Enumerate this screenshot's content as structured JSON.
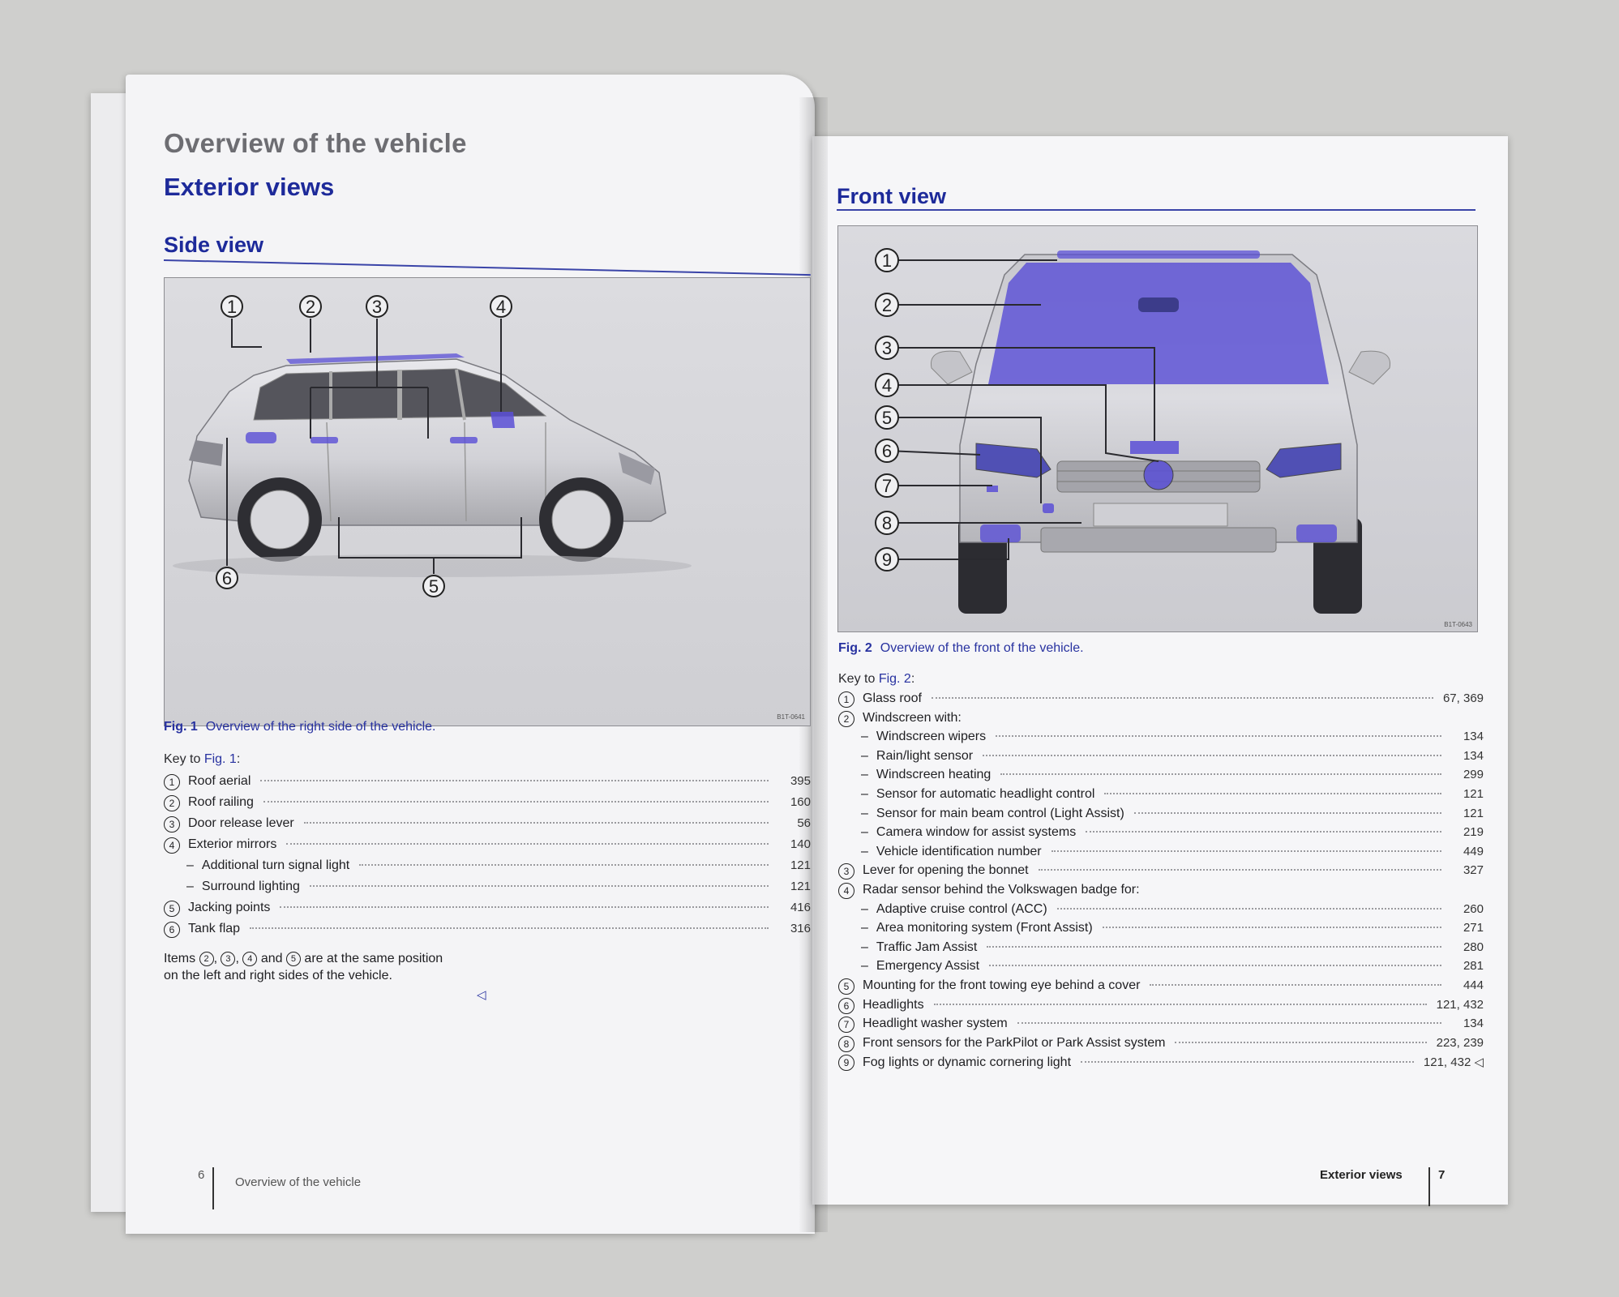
{
  "left_page": {
    "chapter_title": "Overview of the vehicle",
    "section_title": "Exterior views",
    "subsection_title": "Side view",
    "figure": {
      "label": "Fig. 1",
      "caption": "Overview of the right side of the vehicle.",
      "code": "B1T-0641",
      "callouts": [
        "1",
        "2",
        "3",
        "4",
        "5",
        "6"
      ]
    },
    "key_to_prefix": "Key to",
    "key_to_ref": "Fig. 1",
    "key_to_suffix": ":",
    "items": [
      {
        "num": "1",
        "label": "Roof aerial",
        "page": "395"
      },
      {
        "num": "2",
        "label": "Roof railing",
        "page": "160"
      },
      {
        "num": "3",
        "label": "Door release lever",
        "page": "56"
      },
      {
        "num": "4",
        "label": "Exterior mirrors",
        "page": "140"
      },
      {
        "num": "",
        "label": "Additional turn signal light",
        "page": "121"
      },
      {
        "num": "",
        "label": "Surround lighting",
        "page": "121"
      },
      {
        "num": "5",
        "label": "Jacking points",
        "page": "416"
      },
      {
        "num": "6",
        "label": "Tank flap",
        "page": "316"
      }
    ],
    "note": {
      "items_word": "Items",
      "refs": [
        "2",
        "3",
        "4",
        "5"
      ],
      "and_word": "and",
      "line1_rest": "are at the same position",
      "line2": "on the left and right sides of the vehicle.",
      "end_mark": "◁"
    },
    "footer": {
      "page_number": "6",
      "running_title": "Overview of the vehicle"
    }
  },
  "right_page": {
    "subsection_title": "Front view",
    "figure": {
      "label": "Fig. 2",
      "caption": "Overview of the front of the vehicle.",
      "code": "B1T-0643",
      "callouts": [
        "1",
        "2",
        "3",
        "4",
        "5",
        "6",
        "7",
        "8",
        "9"
      ]
    },
    "key_to_prefix": "Key to",
    "key_to_ref": "Fig. 2",
    "key_to_suffix": ":",
    "items": [
      {
        "num": "1",
        "label": "Glass roof",
        "page": "67, 369"
      },
      {
        "num": "2",
        "label": "Windscreen with:",
        "page": ""
      },
      {
        "num": "",
        "label": "Windscreen wipers",
        "page": "134"
      },
      {
        "num": "",
        "label": "Rain/light sensor",
        "page": "134"
      },
      {
        "num": "",
        "label": "Windscreen heating",
        "page": "299"
      },
      {
        "num": "",
        "label": "Sensor for automatic headlight control",
        "page": "121"
      },
      {
        "num": "",
        "label": "Sensor for main beam control (Light Assist)",
        "page": "121"
      },
      {
        "num": "",
        "label": "Camera window for assist systems",
        "page": "219"
      },
      {
        "num": "",
        "label": "Vehicle identification number",
        "page": "449"
      },
      {
        "num": "3",
        "label": "Lever for opening the bonnet",
        "page": "327"
      },
      {
        "num": "4",
        "label": "Radar sensor behind the Volkswagen badge for:",
        "page": ""
      },
      {
        "num": "",
        "label": "Adaptive cruise control (ACC)",
        "page": "260"
      },
      {
        "num": "",
        "label": "Area monitoring system (Front Assist)",
        "page": "271"
      },
      {
        "num": "",
        "label": "Traffic Jam Assist",
        "page": "280"
      },
      {
        "num": "",
        "label": "Emergency Assist",
        "page": "281"
      },
      {
        "num": "5",
        "label": "Mounting for the front towing eye behind a cover",
        "page": "444"
      },
      {
        "num": "6",
        "label": "Headlights",
        "page": "121, 432"
      },
      {
        "num": "7",
        "label": "Headlight washer system",
        "page": "134"
      },
      {
        "num": "8",
        "label": "Front sensors for the ParkPilot or Park Assist system",
        "page": "223, 239"
      },
      {
        "num": "9",
        "label": "Fog lights or dynamic cornering light",
        "page": "121, 432 ◁"
      }
    ],
    "footer": {
      "section_title": "Exterior views",
      "page_number": "7"
    }
  },
  "colors": {
    "heading_blue": "#1d2a9a",
    "highlight_blue": "#5a4fd6",
    "chapter_grey": "#6d6d72"
  }
}
